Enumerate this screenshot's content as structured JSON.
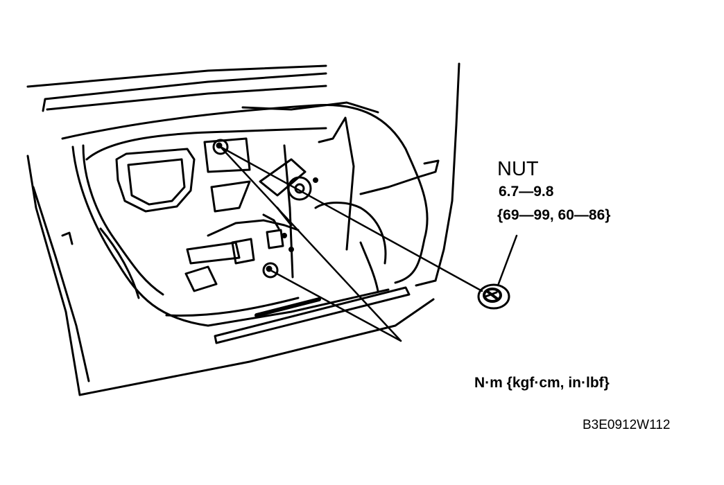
{
  "callout": {
    "part_name": "NUT",
    "torque_nm": "6.7—9.8",
    "torque_alt": "{69—99, 60—86}"
  },
  "units_legend": "N·m {kgf·cm, in·lbf}",
  "figure_code": "B3E0912W112",
  "colors": {
    "ink": "#000000",
    "paper": "#ffffff"
  }
}
